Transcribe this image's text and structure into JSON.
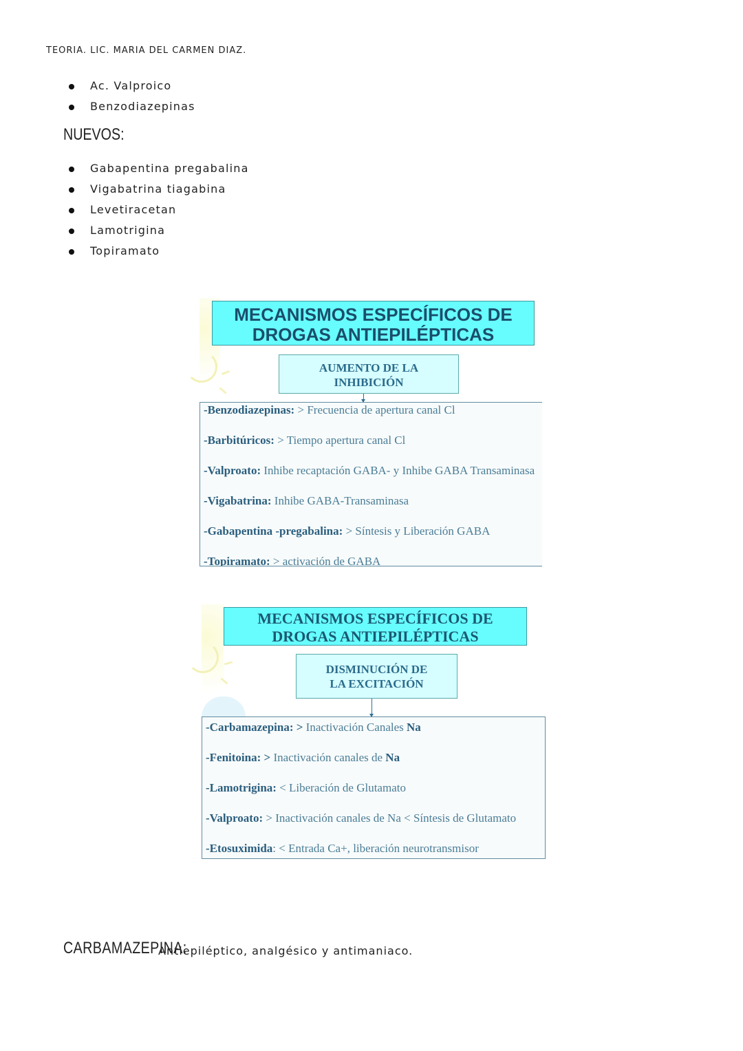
{
  "header": "TEORIA. LIC. MARIA DEL CARMEN DIAZ.",
  "list_old": [
    "Ac. Valproico",
    "Benzodiazepinas"
  ],
  "new_heading": "NUEVOS:",
  "list_new": [
    "Gabapentina pregabalina",
    "Vigabatrina tiagabina",
    "Levetiracetan",
    "Lamotrigina",
    "Topiramato"
  ],
  "diagram1": {
    "title_line1": "MECANISMOS ESPECÍFICOS DE",
    "title_line2": "DROGAS ANTIEPILÉPTICAS",
    "sub_line1": "AUMENTO DE LA",
    "sub_line2": "INHIBICIÓN",
    "rows": [
      {
        "drug": "-Benzodiazepinas:",
        "sep": " > ",
        "text": "Frecuencia de apertura canal Cl"
      },
      {
        "drug": "-Barbitúricos:",
        "sep": " > ",
        "text": "Tiempo apertura canal Cl"
      },
      {
        "drug": "-Valproato:",
        "sep": " ",
        "text": "Inhibe recaptación GABA- y Inhibe GABA Transaminasa"
      },
      {
        "drug": "-Vigabatrina:",
        "sep": " ",
        "text": "Inhibe GABA-Transaminasa"
      },
      {
        "drug": "-Gabapentina -pregabalina:",
        "sep": " > ",
        "text": "Síntesis y Liberación GABA"
      },
      {
        "drug": "-Topiramato:",
        "sep": " > ",
        "text": "activación de GABA"
      }
    ]
  },
  "diagram2": {
    "title_line1": "MECANISMOS ESPECÍFICOS DE",
    "title_line2": "DROGAS ANTIEPILÉPTICAS",
    "sub_line1": "DISMINUCIÓN DE",
    "sub_line2": "LA EXCITACIÓN",
    "rows": [
      {
        "drug": "-Carbamazepina:",
        "b2": " > ",
        "text": "Inactivación Canales ",
        "tail": "Na"
      },
      {
        "drug": "-Fenitoina:",
        "b2": " > ",
        "text": "Inactivación canales de ",
        "tail": "Na"
      },
      {
        "drug": "-Lamotrigina:",
        "b2": "",
        "text": " < Liberación de Glutamato",
        "tail": ""
      },
      {
        "drug": "-Valproato:",
        "b2": "",
        "text": " > Inactivación canales de Na < Síntesis de Glutamato",
        "tail": ""
      },
      {
        "drug": "-Etosuximida",
        "b2": "",
        "text": ": < Entrada Ca+, liberación neurotransmisor",
        "tail": ""
      }
    ]
  },
  "footer": {
    "heading": "CARBAMAZEPINA:",
    "text": "Antiepiléptico, analgésico y antimaniaco."
  }
}
